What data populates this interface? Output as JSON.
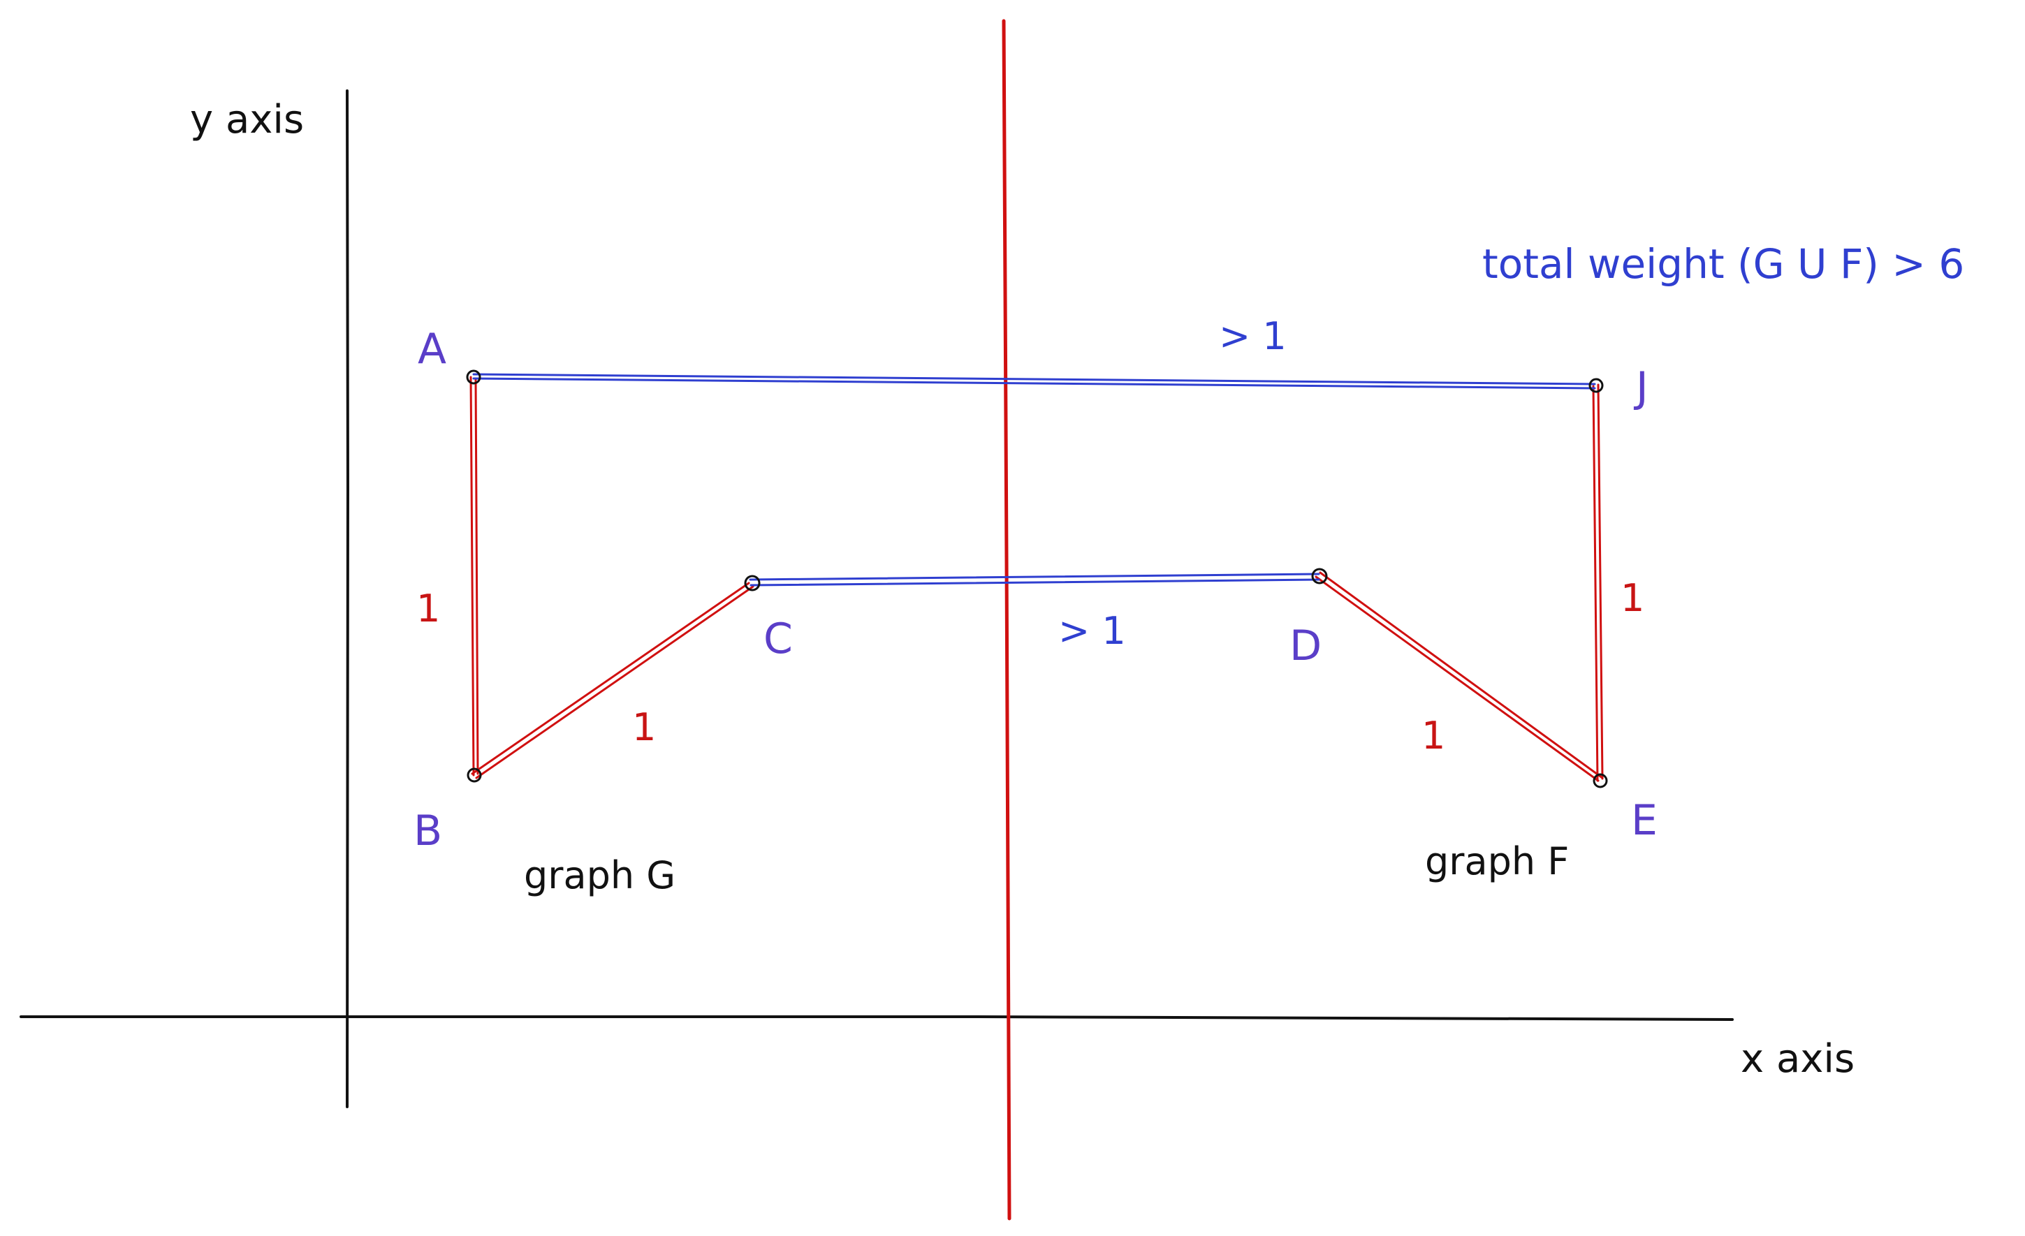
{
  "colors": {
    "axis": "#111111",
    "cut_line": "#d01010",
    "red_edge": "#d01010",
    "blue_edge": "#2f3fd0",
    "node_label": "#5a3ec8",
    "node_marker": "#111111"
  },
  "axes": {
    "y_label": "y axis",
    "x_label": "x axis"
  },
  "nodes": {
    "A": "A",
    "B": "B",
    "C": "C",
    "D": "D",
    "E": "E",
    "J": "J"
  },
  "edges": {
    "AB": "1",
    "BC": "1",
    "CD": "> 1",
    "AJ": "> 1",
    "DE": "1",
    "EJ": "1"
  },
  "graphs": {
    "G": "graph G",
    "F": "graph F"
  },
  "annotation": {
    "total": "total weight (G U F) > 6"
  }
}
